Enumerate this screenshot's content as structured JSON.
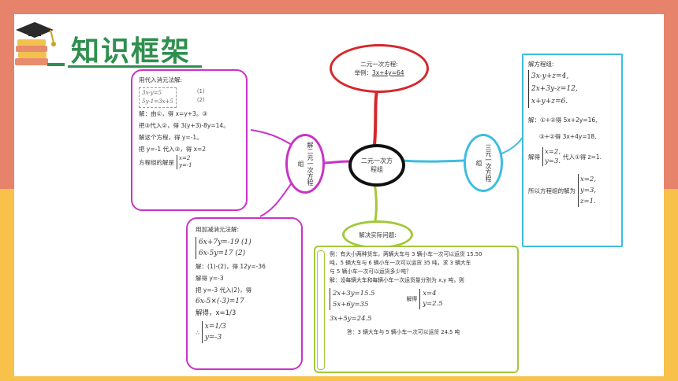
{
  "page": {
    "title": "知识框架"
  },
  "center": {
    "label": "二元一次方程组"
  },
  "top_node": {
    "line1": "二元一次方程:",
    "line2_prefix": "举例：",
    "line2_value": "3x+4y=64"
  },
  "left_node": {
    "label": "解二元一次方程组"
  },
  "right_node": {
    "label": "三元一次方程组"
  },
  "bottom_node": {
    "label": "解决实际问题:"
  },
  "box_sub": {
    "heading": "用代入消元法解:",
    "eq_img_a": "3x-y=5",
    "eq_img_b": "(1)",
    "eq_img_c": "5y-1=3x+5",
    "eq_img_d": "(2)",
    "l1": "解：由①，得 x=y+3。③",
    "l2": "把③代入②，得 3(y+3)-8y=14。",
    "l3": "解这个方程，得 y=-1。",
    "l4": "把 y=-1 代入③，得 x=2",
    "l5_prefix": "方程组的解是",
    "sol_a": "x=2",
    "sol_b": "y=-1"
  },
  "box_add": {
    "heading": "用加减消元法解:",
    "e1": "6x+7y=-19 (1)",
    "e2": "6x-5y=17    (2)",
    "l1": "解：(1)-(2)，得 12y=-36",
    "l2": "解得   y=-3",
    "l3": "把 y=-3 代入(2)，得",
    "l4": "6x-5×(-3)=17",
    "l5": "解得，x=1/3",
    "sol_prefix": "∴",
    "sol_a": "x=1/3",
    "sol_b": "y=-3"
  },
  "box_three": {
    "heading": "解方程组:",
    "e1": "3x-y+z=4,",
    "e2": "2x+3y-z=12,",
    "e3": "x+y+z=6.",
    "l1": "解：①+②得 5x+2y=16,",
    "l2": "③+②得 3x+4y=18,",
    "l3_prefix": "解得",
    "l3_a": "x=2,",
    "l3_b": "y=3.",
    "l3_suffix": "代入①得 z=1.",
    "l4_prefix": "所以方程组的解为",
    "s_a": "x=2,",
    "s_b": "y=3,",
    "s_c": "z=1."
  },
  "box_word": {
    "l1": "例：有大小两种货车，两辆大车与 3 辆小车一次可以运货 15.50",
    "l2": "吨，5 辆大车与 6 辆小车一次可以运货 35 吨，求 3 辆大车",
    "l3": "与 5 辆小车一次可以运货多少吨？",
    "l4": "解：设每辆大车和每辆小车一次运货量分别为 x,y 吨，则",
    "e1": "2x+3y=15.5",
    "e2": "5x+6y=35",
    "sol_prefix": "解得",
    "s_a": "x=4",
    "s_b": "y=2.5",
    "e3": "3x+5y=24.5",
    "ans": "答：3 辆大车与 5 辆小车一次可以运货 24.5 吨"
  }
}
